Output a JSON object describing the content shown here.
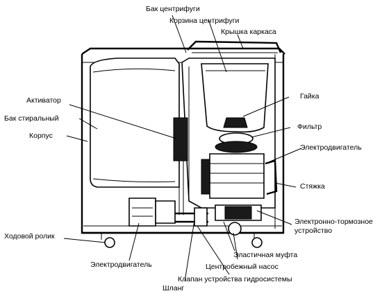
{
  "labels": {
    "spin_tank": "Бак центрифуги",
    "spin_basket": "Корзина центрифуги",
    "frame_lid": "Крышка каркаса",
    "activator": "Активатор",
    "nut": "Гайка",
    "wash_tank": "Бак стиральный",
    "filter": "Фильтр",
    "housing": "Корпус",
    "motor_right": "Электродвигатель",
    "tie": "Стяжка",
    "brake_line1": "Электронно-тормозное",
    "brake_line2": "устройство",
    "roller": "Ходовой ролик",
    "motor_left": "Электродвигатель",
    "coupling": "Эластичная муфта",
    "pump": "Центробежный насос",
    "valve": "Клапан устройства гидросистемы",
    "hose": "Шланг"
  }
}
